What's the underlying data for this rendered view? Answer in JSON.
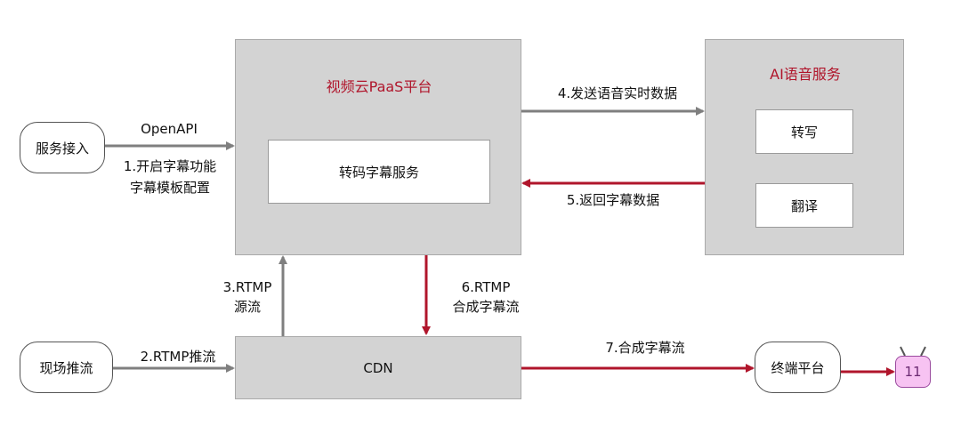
{
  "nodes": {
    "service_access": "服务接入",
    "paas_platform": "视频云PaaS平台",
    "transcode_subtitle_service": "转码字幕服务",
    "ai_speech_service": "AI语音服务",
    "transcribe": "转写",
    "translate": "翻译",
    "live_push": "现场推流",
    "cdn": "CDN",
    "terminal_platform": "终端平台",
    "tv_channel": "11"
  },
  "edges": {
    "openapi": "OpenAPI",
    "enable_subtitle_1": "1.开启字幕功能",
    "enable_subtitle_2": "字幕模板配置",
    "rtmp_push": "2.RTMP推流",
    "rtmp_source_1": "3.RTMP",
    "rtmp_source_2": "源流",
    "send_speech": "4.发送语音实时数据",
    "return_subtitle": "5.返回字幕数据",
    "rtmp_composite_1": "6.RTMP",
    "rtmp_composite_2": "合成字幕流",
    "composite_stream": "7.合成字幕流"
  },
  "colors": {
    "box_gray": "#d3d3d3",
    "accent_red": "#b0152b",
    "arrow_gray": "#7f7f7f",
    "tv_pink": "#f7c3f2"
  }
}
